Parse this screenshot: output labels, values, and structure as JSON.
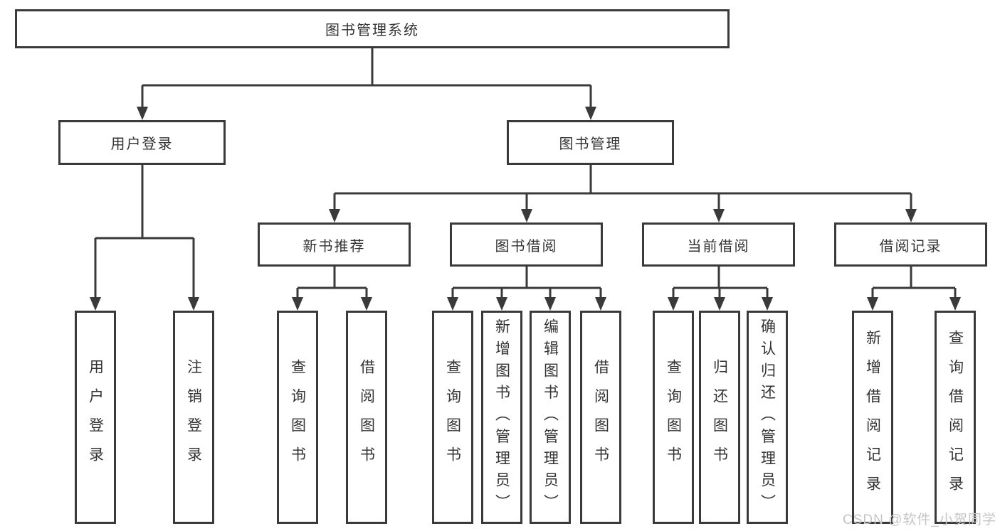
{
  "tree": {
    "root": {
      "label": "图书管理系统"
    },
    "branches": [
      {
        "label": "用户登录",
        "leaves": [
          "用户登录",
          "注销登录"
        ]
      },
      {
        "label": "图书管理",
        "groups": [
          {
            "label": "新书推荐",
            "leaves": [
              "查询图书",
              "借阅图书"
            ]
          },
          {
            "label": "图书借阅",
            "leaves": [
              "查询图书",
              "新增图书（管理员）",
              "编辑图书（管理员）",
              "借阅图书"
            ]
          },
          {
            "label": "当前借阅",
            "leaves": [
              "查询图书",
              "归还图书",
              "确认归还（管理员）"
            ]
          },
          {
            "label": "借阅记录",
            "leaves": [
              "新增借阅记录",
              "查询借阅记录"
            ]
          }
        ]
      }
    ]
  },
  "watermark": {
    "text": "CSDN @软件_小贺同学"
  },
  "colors": {
    "line": "#3a3a3a",
    "text": "#333333",
    "watermark": "#c5c5c5",
    "background": "#ffffff"
  }
}
